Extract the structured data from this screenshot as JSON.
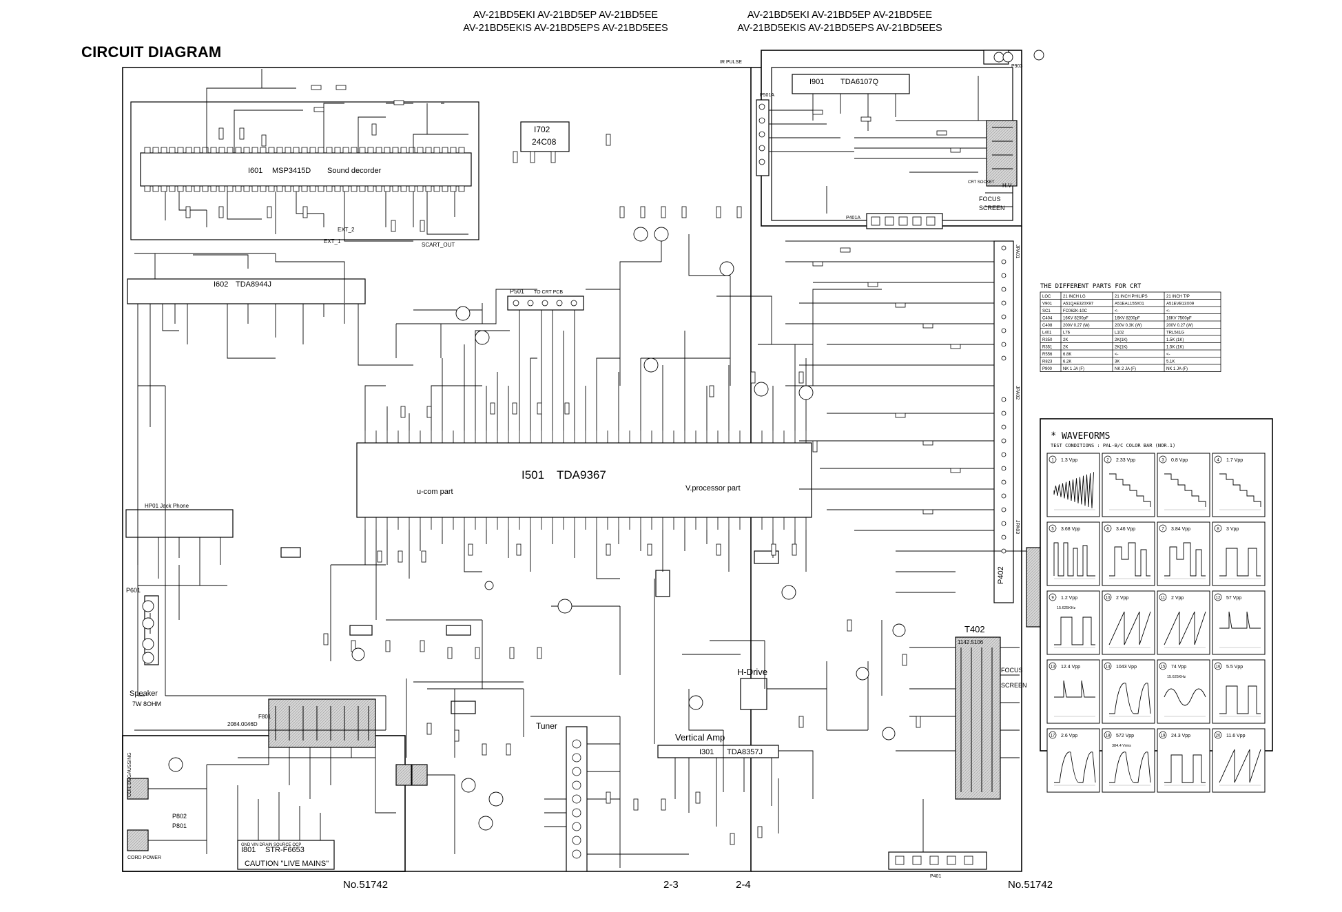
{
  "header": {
    "left_line1": "AV-21BD5EKI  AV-21BD5EP  AV-21BD5EE",
    "left_line2": "AV-21BD5EKIS AV-21BD5EPS AV-21BD5EES",
    "right_line1": "AV-21BD5EKI  AV-21BD5EP  AV-21BD5EE",
    "right_line2": "AV-21BD5EKIS AV-21BD5EPS AV-21BD5EES"
  },
  "title": "CIRCUIT DIAGRAM",
  "footer": {
    "doc_left": "No.51742",
    "page_left": "2-3",
    "page_right": "2-4",
    "doc_right": "No.51742"
  },
  "blocks": {
    "i601_ref": "I601",
    "i601_part": "MSP3415D",
    "i601_desc": "Sound decorder",
    "i602_ref": "I602",
    "i602_part": "TDA8944J",
    "i702_ref": "I702",
    "i702_part": "24C08",
    "i501_ref": "I501",
    "i501_part": "TDA9367",
    "i501_left": "u-com part",
    "i501_right": "V.processor part",
    "i901_ref": "I901",
    "i901_part": "TDA6107Q",
    "i301_ref": "I301",
    "i301_part": "TDA8357J",
    "vertical_amp": "Vertical Amp",
    "h_drive": "H-Drive",
    "t402": "T402",
    "t402_part": "1142.5106",
    "tuner": "Tuner",
    "speaker": "Speaker",
    "speaker_spec": "7W 8OHM",
    "hp01": "HP01  Jack Phone",
    "i801_ref": "I801",
    "i801_part": "STR-F6653",
    "i801_pins": "GND  VIN  DRAIN  SOURCE  OCP",
    "caution": "CAUTION \"LIVE MAINS\"",
    "f801": "F801",
    "f801_part": "2084.0046D",
    "p501": "P501",
    "p501_label": "TO CRT PCB",
    "p601": "P601",
    "p802": "P802",
    "p801": "P801",
    "p401": "P401",
    "p401a": "P401A",
    "p501a": "P501A",
    "p903": "P903",
    "p402": "P402",
    "jpa01": "JPA01",
    "jpa02": "JPA02",
    "jpa03": "JPA03",
    "crt_socket": "CRT SOCKET",
    "focus": "FOCUS",
    "screen": "SCREEN",
    "hv": "H.V",
    "coil_degaussing": "COIL DEGAUSSING",
    "cord_power": "CORD POWER",
    "scart_out": "SCART_OUT",
    "ext_1": "EXT_1",
    "ext_2": "EXT_2",
    "ir_pulse": "IR PULSE"
  },
  "crt_table": {
    "title": "THE DIFFERENT PARTS FOR CRT",
    "headers": [
      "LOC",
      "21 INCH LG",
      "21 INCH PHILIPS",
      "21 INCH T/P"
    ],
    "rows": [
      [
        "V901",
        "A51QAE320X97",
        "A51EAL155X01",
        "A51EVB13X09"
      ],
      [
        "SC1",
        "FC062K-10C",
        "<-",
        "<-"
      ],
      [
        "C404",
        "16KV 8200pF",
        "16KV 8200pF",
        "16KV 7500pF"
      ],
      [
        "C408",
        "200V 0.27 (W)",
        "200V 0.3K (W)",
        "200V 0.27 (W)"
      ],
      [
        "L401",
        "L76",
        "L102",
        "TRL541G"
      ],
      [
        "R350",
        "2K",
        "2K(1K)",
        "1.5K (1K)"
      ],
      [
        "R351",
        "2K",
        "2K(1K)",
        "1.5K (1K)"
      ],
      [
        "R556",
        "6.8K",
        "<-",
        "<-"
      ],
      [
        "R823",
        "6.2K",
        "3K",
        "5.1K"
      ],
      [
        "P900",
        "NK 1 JA (F)",
        "NK 2 JA (F)",
        "NK 1 JA (F)"
      ]
    ]
  },
  "waveforms": {
    "title": "WAVEFORMS",
    "conditions": "TEST CONDITIONS : PAL-B/C COLOR BAR (NOR.1)",
    "items": [
      {
        "num": "1",
        "vpp": "1.3 Vpp",
        "shape": "burst"
      },
      {
        "num": "2",
        "vpp": "2.33 Vpp",
        "shape": "stair"
      },
      {
        "num": "3",
        "vpp": "0.8 Vpp",
        "shape": "stair"
      },
      {
        "num": "4",
        "vpp": "1.7 Vpp",
        "shape": "stair"
      },
      {
        "num": "5",
        "vpp": "3.68 Vpp",
        "shape": "pulses"
      },
      {
        "num": "6",
        "vpp": "3.46 Vpp",
        "shape": "steps"
      },
      {
        "num": "7",
        "vpp": "3.84 Vpp",
        "shape": "steps"
      },
      {
        "num": "8",
        "vpp": "3 Vpp",
        "shape": "square"
      },
      {
        "num": "9",
        "vpp": "1.2 Vpp",
        "shape": "square"
      },
      {
        "num": "10",
        "vpp": "2 Vpp",
        "shape": "saw"
      },
      {
        "num": "11",
        "vpp": "2 Vpp",
        "shape": "saw"
      },
      {
        "num": "12",
        "vpp": "57 Vpp",
        "shape": "spike"
      },
      {
        "num": "13",
        "vpp": "12.4 Vpp",
        "shape": "spike"
      },
      {
        "num": "14",
        "vpp": "1043 Vpp",
        "shape": "hump"
      },
      {
        "num": "15",
        "vpp": "74 Vpp",
        "shape": "wave"
      },
      {
        "num": "16",
        "vpp": "5.5 Vpp",
        "shape": "square"
      },
      {
        "num": "17",
        "vpp": "2.6 Vpp",
        "shape": "hump"
      },
      {
        "num": "18",
        "vpp": "572 Vpp",
        "shape": "hump"
      },
      {
        "num": "19",
        "vpp": "24.3 Vpp",
        "shape": "square"
      },
      {
        "num": "20",
        "vpp": "11.6 Vpp",
        "shape": "saw"
      }
    ],
    "note_9": "15.625KHz",
    "note_15": "15.625KHz",
    "note_18": "384.4 Vrms"
  },
  "colors": {
    "line": "#000000",
    "gray_fill": "#c8c8c8",
    "background": "#ffffff"
  }
}
